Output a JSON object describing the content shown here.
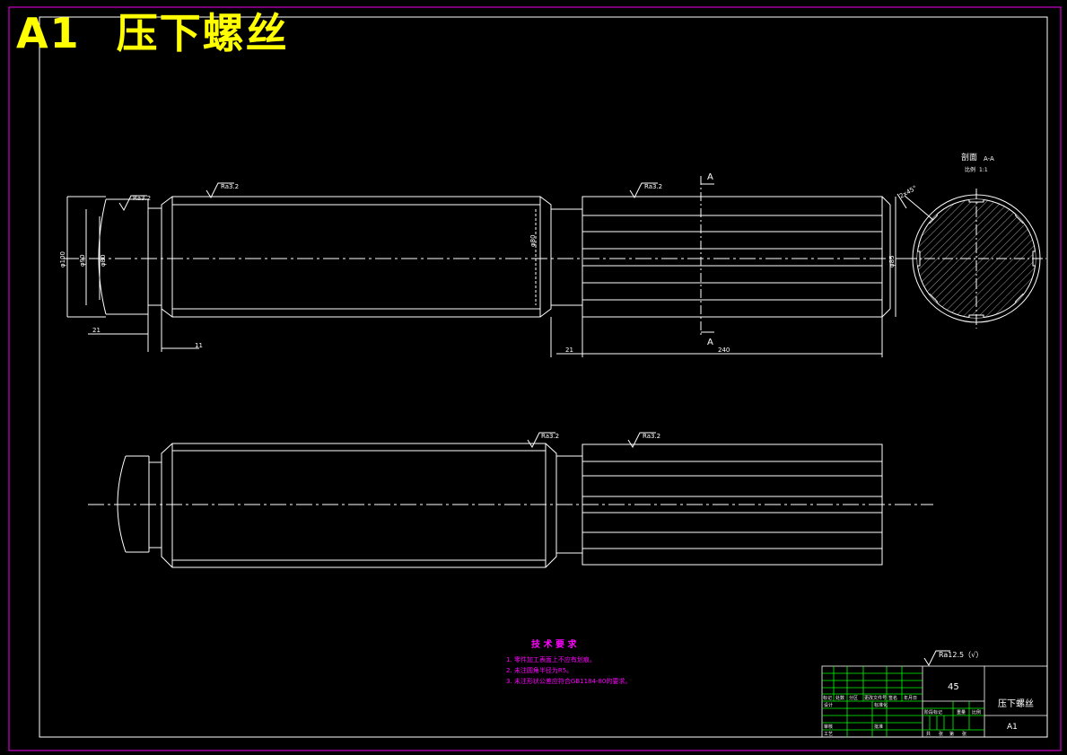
{
  "title": {
    "code": "A1",
    "name": "压下螺丝"
  },
  "section": {
    "view_label": "剖面",
    "view_id": "A-A",
    "scale_label": "比例",
    "scale_value": "1:1",
    "cut_letter": "A"
  },
  "dimensions": {
    "d_collar": "φ100",
    "d_body": "φ90",
    "d_groove": "φ80",
    "d_neck": "φ80",
    "d_spline": "φ85",
    "len_collar": "21",
    "len_groove": "11",
    "len_neck": "21",
    "len_spline": "240",
    "chamfer": "2x45°"
  },
  "roughness": {
    "symbol": "Ra3.2",
    "general_note": "Ra12.5（√）"
  },
  "tech_requirements": {
    "heading": "技 术 要 求",
    "items": [
      "1. 零件加工表面上不应有划痕。",
      "2. 未注圆角半径为R5。",
      "3. 未注形状公差应符合GB1184-80的要求。"
    ]
  },
  "title_block": {
    "material": "45",
    "part_name": "压下螺丝",
    "drawing_no": "A1",
    "row_labels": [
      "标记",
      "处数",
      "分区",
      "更改文件号",
      "签名",
      "年月日"
    ],
    "sign_labels": [
      "设计",
      "审核",
      "工艺"
    ],
    "sign_labels_right": [
      "标准化",
      "批准"
    ],
    "stage_labels": [
      "阶段标记",
      "重量",
      "比例"
    ],
    "sheet_labels": [
      "共",
      "张",
      "第",
      "张"
    ]
  },
  "colors": {
    "background": "#000000",
    "frame": "#cc00cc",
    "lines": "#ffffff",
    "title": "#ffff00",
    "notes": "#ff00ff",
    "table": "#00ff00"
  }
}
